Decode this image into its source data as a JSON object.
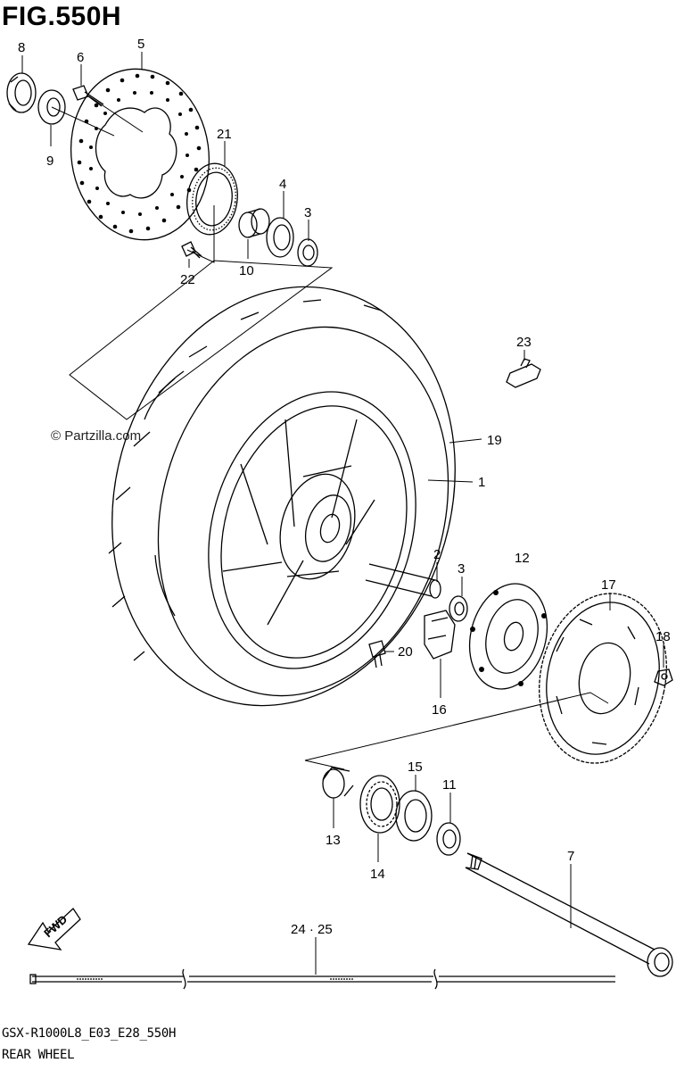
{
  "figure": {
    "title": "FIG.550H",
    "model_code": "GSX-R1000L8_E03_E28_550H",
    "section_name": "REAR WHEEL",
    "copyright": "© Partzilla.com",
    "direction_label": "FWD"
  },
  "callouts": [
    "8",
    "6",
    "5",
    "9",
    "21",
    "4",
    "3",
    "10",
    "22",
    "23",
    "19",
    "1",
    "2",
    "3",
    "12",
    "17",
    "18",
    "20",
    "16",
    "15",
    "11",
    "13",
    "14",
    "7",
    "24 · 25"
  ]
}
